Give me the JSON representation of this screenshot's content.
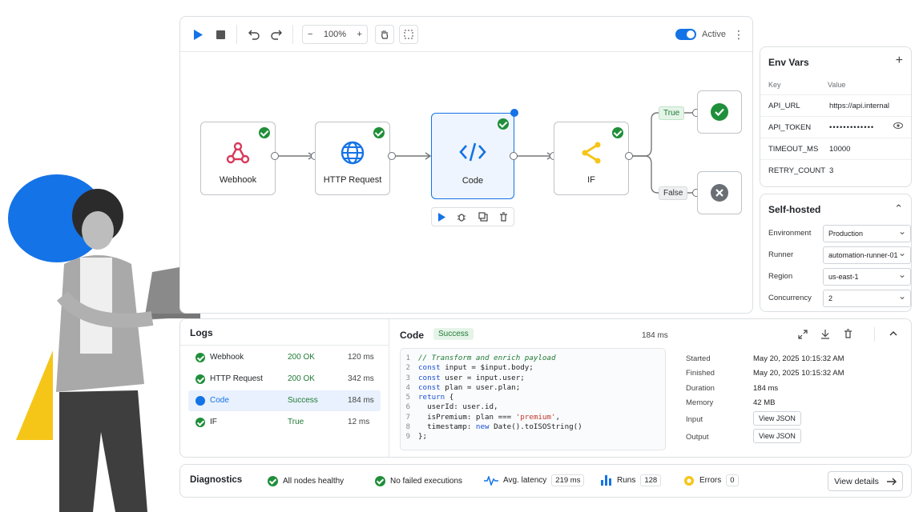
{
  "canvas": {
    "zoom": "100%",
    "active_label": "Active",
    "nodes": [
      {
        "label": "Webhook",
        "icon": "webhook-icon"
      },
      {
        "label": "HTTP Request",
        "icon": "globe-icon"
      },
      {
        "label": "Code",
        "icon": "code-icon"
      },
      {
        "label": "IF",
        "icon": "branch-icon"
      }
    ],
    "branches": {
      "true_label": "True",
      "false_label": "False"
    }
  },
  "env_vars": {
    "title": "Env Vars",
    "col_key": "Key",
    "col_value": "Value",
    "rows": [
      {
        "key": "API_URL",
        "value": "https://api.internal"
      },
      {
        "key": "API_TOKEN",
        "value": "•••••••••••••"
      },
      {
        "key": "TIMEOUT_MS",
        "value": "10000"
      },
      {
        "key": "RETRY_COUNT",
        "value": "3"
      }
    ]
  },
  "self_hosted": {
    "title": "Self-hosted",
    "rows": [
      {
        "label": "Environment",
        "value": "Production"
      },
      {
        "label": "Runner",
        "value": "automation-runner-01"
      },
      {
        "label": "Region",
        "value": "us-east-1"
      },
      {
        "label": "Concurrency",
        "value": "2"
      }
    ]
  },
  "logs": {
    "title": "Logs",
    "rows": [
      {
        "name": "Webhook",
        "status": "200 OK",
        "time": "120 ms"
      },
      {
        "name": "HTTP Request",
        "status": "200 OK",
        "time": "342 ms"
      },
      {
        "name": "Code",
        "status": "Success",
        "time": "184 ms"
      },
      {
        "name": "IF",
        "status": "True",
        "time": "12 ms"
      }
    ]
  },
  "detail": {
    "title": "Code",
    "status": "Success",
    "duration": "184 ms",
    "code_lines": [
      "// Transform and enrich payload",
      "const input = $input.body;",
      "const user = input.user;",
      "const plan = user.plan;",
      "return {",
      "  userId: user.id,",
      "  isPremium: plan === 'premium',",
      "  timestamp: new Date().toISOString()",
      "};"
    ],
    "meta": {
      "started_label": "Started",
      "started": "May 20, 2025 10:15:32 AM",
      "finished_label": "Finished",
      "finished": "May 20, 2025 10:15:32 AM",
      "duration_label": "Duration",
      "duration": "184 ms",
      "memory_label": "Memory",
      "memory": "42 MB",
      "input_label": "Input",
      "output_label": "Output",
      "view_json": "View JSON"
    }
  },
  "diagnostics": {
    "title": "Diagnostics",
    "healthy": "All nodes healthy",
    "no_failed": "No failed executions",
    "latency_label": "Avg. latency",
    "latency": "219 ms",
    "runs_label": "Runs",
    "runs": "128",
    "errors_label": "Errors",
    "errors": "0",
    "view_details": "View details"
  },
  "colors": {
    "accent": "#1473e6",
    "success": "#1f8f3a",
    "warning": "#f5c518",
    "danger": "#d63a5a"
  }
}
